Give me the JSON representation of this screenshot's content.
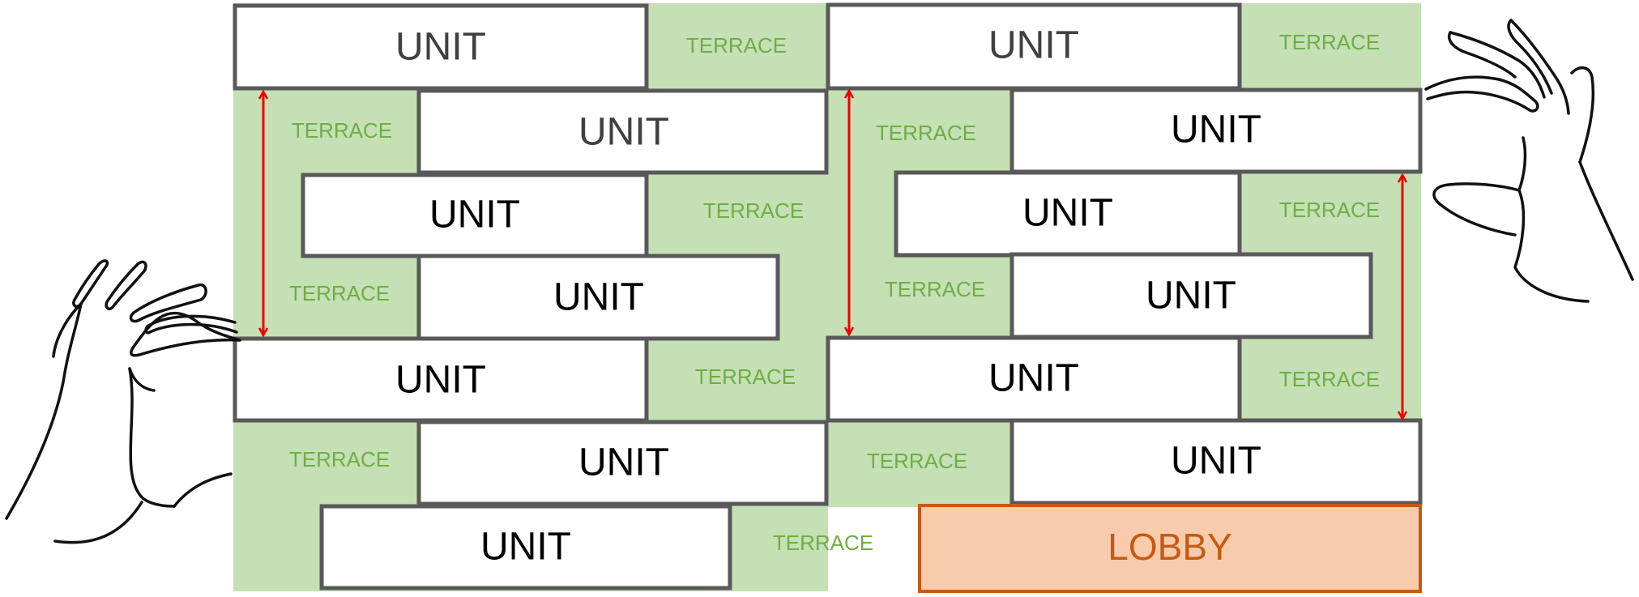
{
  "labels": {
    "unit": "UNIT",
    "terrace": "TERRACE",
    "lobby": "LOBBY"
  },
  "colors": {
    "terrace_fill": "#c5e0b4",
    "terrace_text": "#70ad47",
    "unit_fill": "#ffffff",
    "unit_border": "#595959",
    "unit_text_light": "#404040",
    "unit_text_dark": "#000000",
    "lobby_fill": "#f8cbad",
    "lobby_border": "#c55a11",
    "lobby_text": "#c55a11",
    "arrow": "#ee0000",
    "hand_stroke": "#111111"
  },
  "icons": [
    "left-hand-icon",
    "right-hand-icon",
    "double-arrow-icon"
  ]
}
